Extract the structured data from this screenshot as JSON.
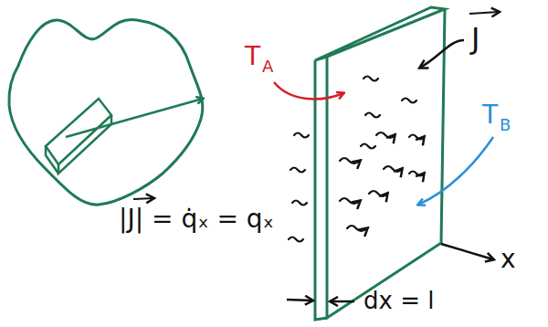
{
  "diagram": {
    "labels": [
      "T",
      "A",
      "J",
      "T",
      "B",
      "|J| = q̇ₓ = qₓ",
      "dx = l",
      "x"
    ]
  }
}
